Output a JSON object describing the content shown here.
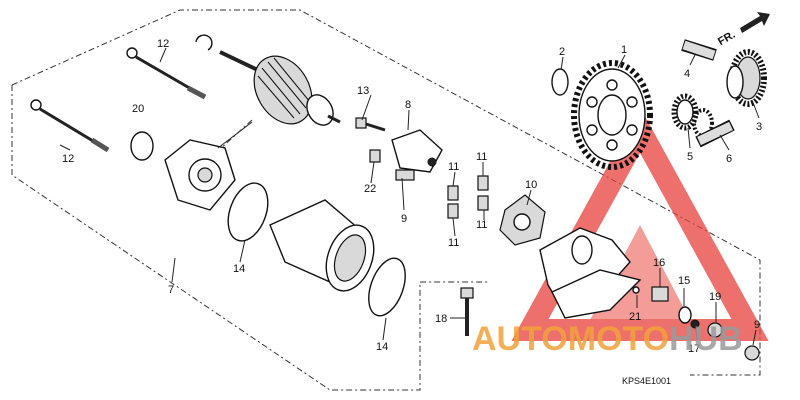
{
  "diagram": {
    "figure_code": "KPS4E1001",
    "direction_label": "FR.",
    "callouts": {
      "c1": "1",
      "c2": "2",
      "c3": "3",
      "c4": "4",
      "c5": "5",
      "c6": "6",
      "c7": "7",
      "c8": "8",
      "c9a": "9",
      "c9b": "9",
      "c10": "10",
      "c11a": "11",
      "c11b": "11",
      "c11c": "11",
      "c11d": "11",
      "c12a": "12",
      "c12b": "12",
      "c13": "13",
      "c14a": "14",
      "c14b": "14",
      "c15": "15",
      "c16": "16",
      "c17": "17",
      "c18": "18",
      "c19": "19",
      "c20": "20",
      "c21": "21",
      "c22": "22"
    }
  },
  "watermark": {
    "part1": "AUTOMOTO",
    "part2": "HUB",
    "color_orange": "#f2a23a",
    "color_gray": "#9a9a9a",
    "color_red": "#e8413b"
  }
}
